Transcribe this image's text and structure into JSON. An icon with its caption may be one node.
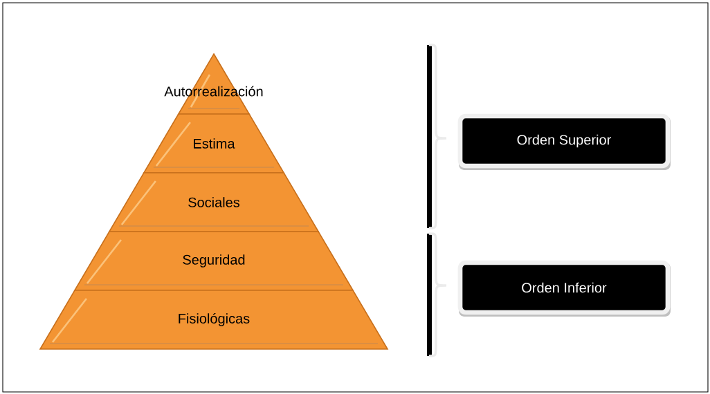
{
  "diagram": {
    "nodes": [
      {
        "text": [
          "Autorrealización"
        ]
      },
      {
        "text": [
          "Estima"
        ]
      },
      {
        "text": [
          "Sociales"
        ]
      },
      {
        "text": [
          "Seguridad"
        ]
      },
      {
        "text": [
          "Fisiológicas"
        ]
      },
      {
        "text": [
          "Orden Superior"
        ]
      },
      {
        "text": [
          "Orden Inferior"
        ]
      }
    ]
  }
}
